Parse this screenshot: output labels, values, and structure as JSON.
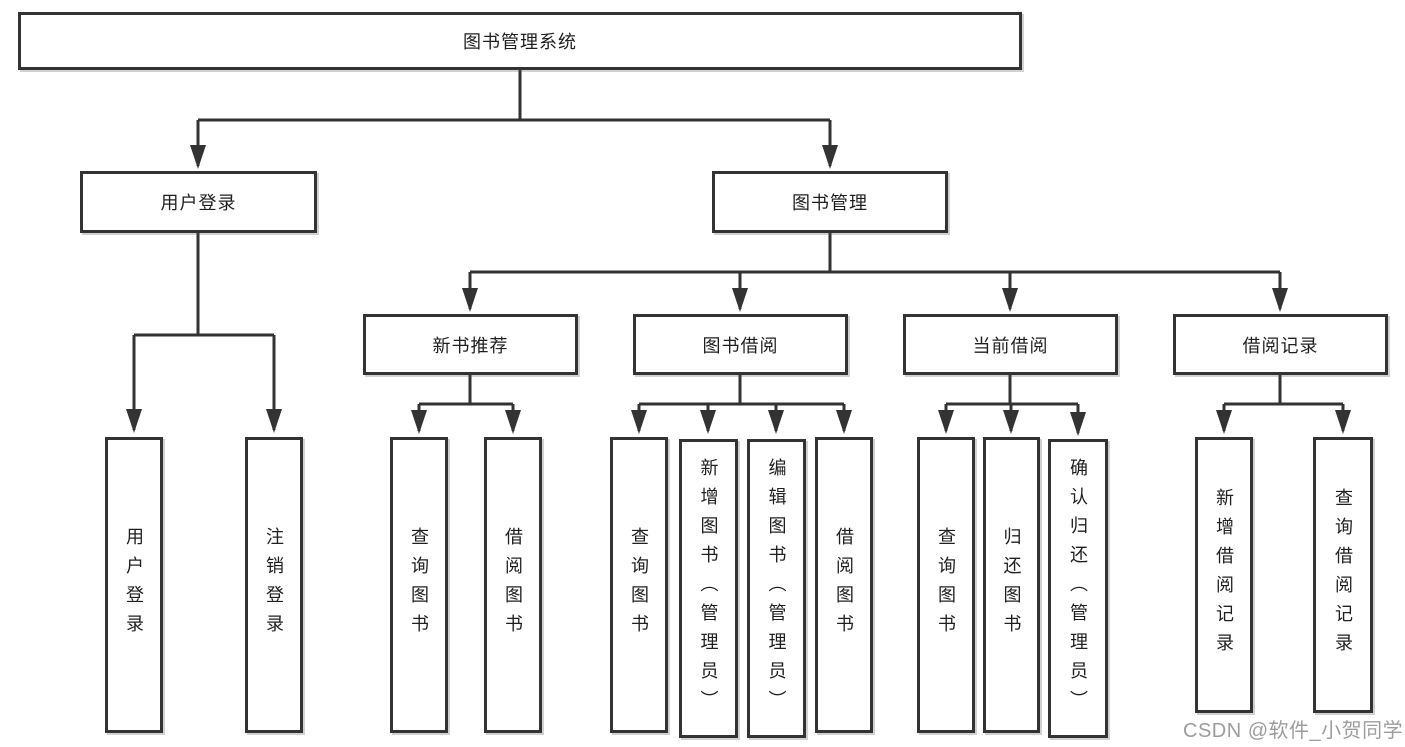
{
  "tree": {
    "root": {
      "label": "图书管理系统",
      "children": [
        {
          "label": "用户登录",
          "children": [
            {
              "label": "用户登录"
            },
            {
              "label": "注销登录"
            }
          ]
        },
        {
          "label": "图书管理",
          "children": [
            {
              "label": "新书推荐",
              "children": [
                {
                  "label": "查询图书"
                },
                {
                  "label": "借阅图书"
                }
              ]
            },
            {
              "label": "图书借阅",
              "children": [
                {
                  "label": "查询图书"
                },
                {
                  "label": "新增图书（管理员）"
                },
                {
                  "label": "编辑图书（管理员）"
                },
                {
                  "label": "借阅图书"
                }
              ]
            },
            {
              "label": "当前借阅",
              "children": [
                {
                  "label": "查询图书"
                },
                {
                  "label": "归还图书"
                },
                {
                  "label": "确认归还（管理员）"
                }
              ]
            },
            {
              "label": "借阅记录",
              "children": [
                {
                  "label": "新增借阅记录"
                },
                {
                  "label": "查询借阅记录"
                }
              ]
            }
          ]
        }
      ]
    }
  },
  "watermark": "CSDN @软件_小贺同学",
  "colors": {
    "line": "#333333",
    "box_border": "#333333",
    "text": "#1f1f1f",
    "watermark": "#9d9d9d",
    "background": "#ffffff"
  }
}
